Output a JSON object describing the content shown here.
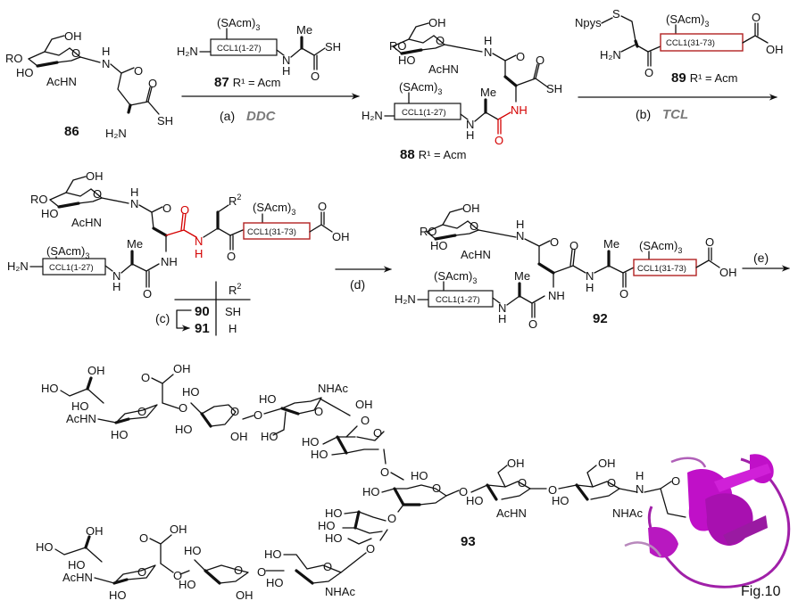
{
  "figure": {
    "label": "Fig.10",
    "type": "reaction-scheme",
    "accent_colors": {
      "new_bond": "#d40000",
      "segment_box_red": "#b22222",
      "reagent_gray": "#7a7a7a",
      "protein": "#c010c8"
    }
  },
  "compounds": {
    "c86": {
      "number": "86"
    },
    "c87": {
      "number": "87",
      "r_note": "R¹ = Acm"
    },
    "c88": {
      "number": "88",
      "r_note": "R¹ = Acm"
    },
    "c89": {
      "number": "89",
      "r_note": "R¹ = Acm"
    },
    "c90": {
      "number": "90",
      "r2": "SH"
    },
    "c91": {
      "number": "91",
      "r2": "H"
    },
    "c92": {
      "number": "92"
    },
    "c93": {
      "number": "93"
    }
  },
  "segments": {
    "n_term": "CCL1(1-27)",
    "c_term": "CCL1(31-73)",
    "protect": "(SAcm)",
    "protect_sub": "3"
  },
  "atoms": {
    "h2n": "H₂N",
    "ro": "RO",
    "ho": "HO",
    "oh": "OH",
    "o": "O",
    "h": "H",
    "n": "N",
    "nh": "NH",
    "sh": "SH",
    "me": "Me",
    "achn": "AcHN",
    "nhac": "NHAc",
    "npys": "Npys",
    "s": "S",
    "r2": "R",
    "r2_sup": "2"
  },
  "steps": {
    "a": {
      "label": "(a)",
      "reagent": "DDC"
    },
    "b": {
      "label": "(b)",
      "reagent": "TCL"
    },
    "c": {
      "label": "(c)"
    },
    "d": {
      "label": "(d)"
    },
    "e": {
      "label": "(e)"
    }
  },
  "r2_table": {
    "header": "R",
    "header_sup": "2",
    "rows": [
      {
        "compound": "90",
        "r2": "SH"
      },
      {
        "compound": "91",
        "r2": "H"
      }
    ]
  }
}
